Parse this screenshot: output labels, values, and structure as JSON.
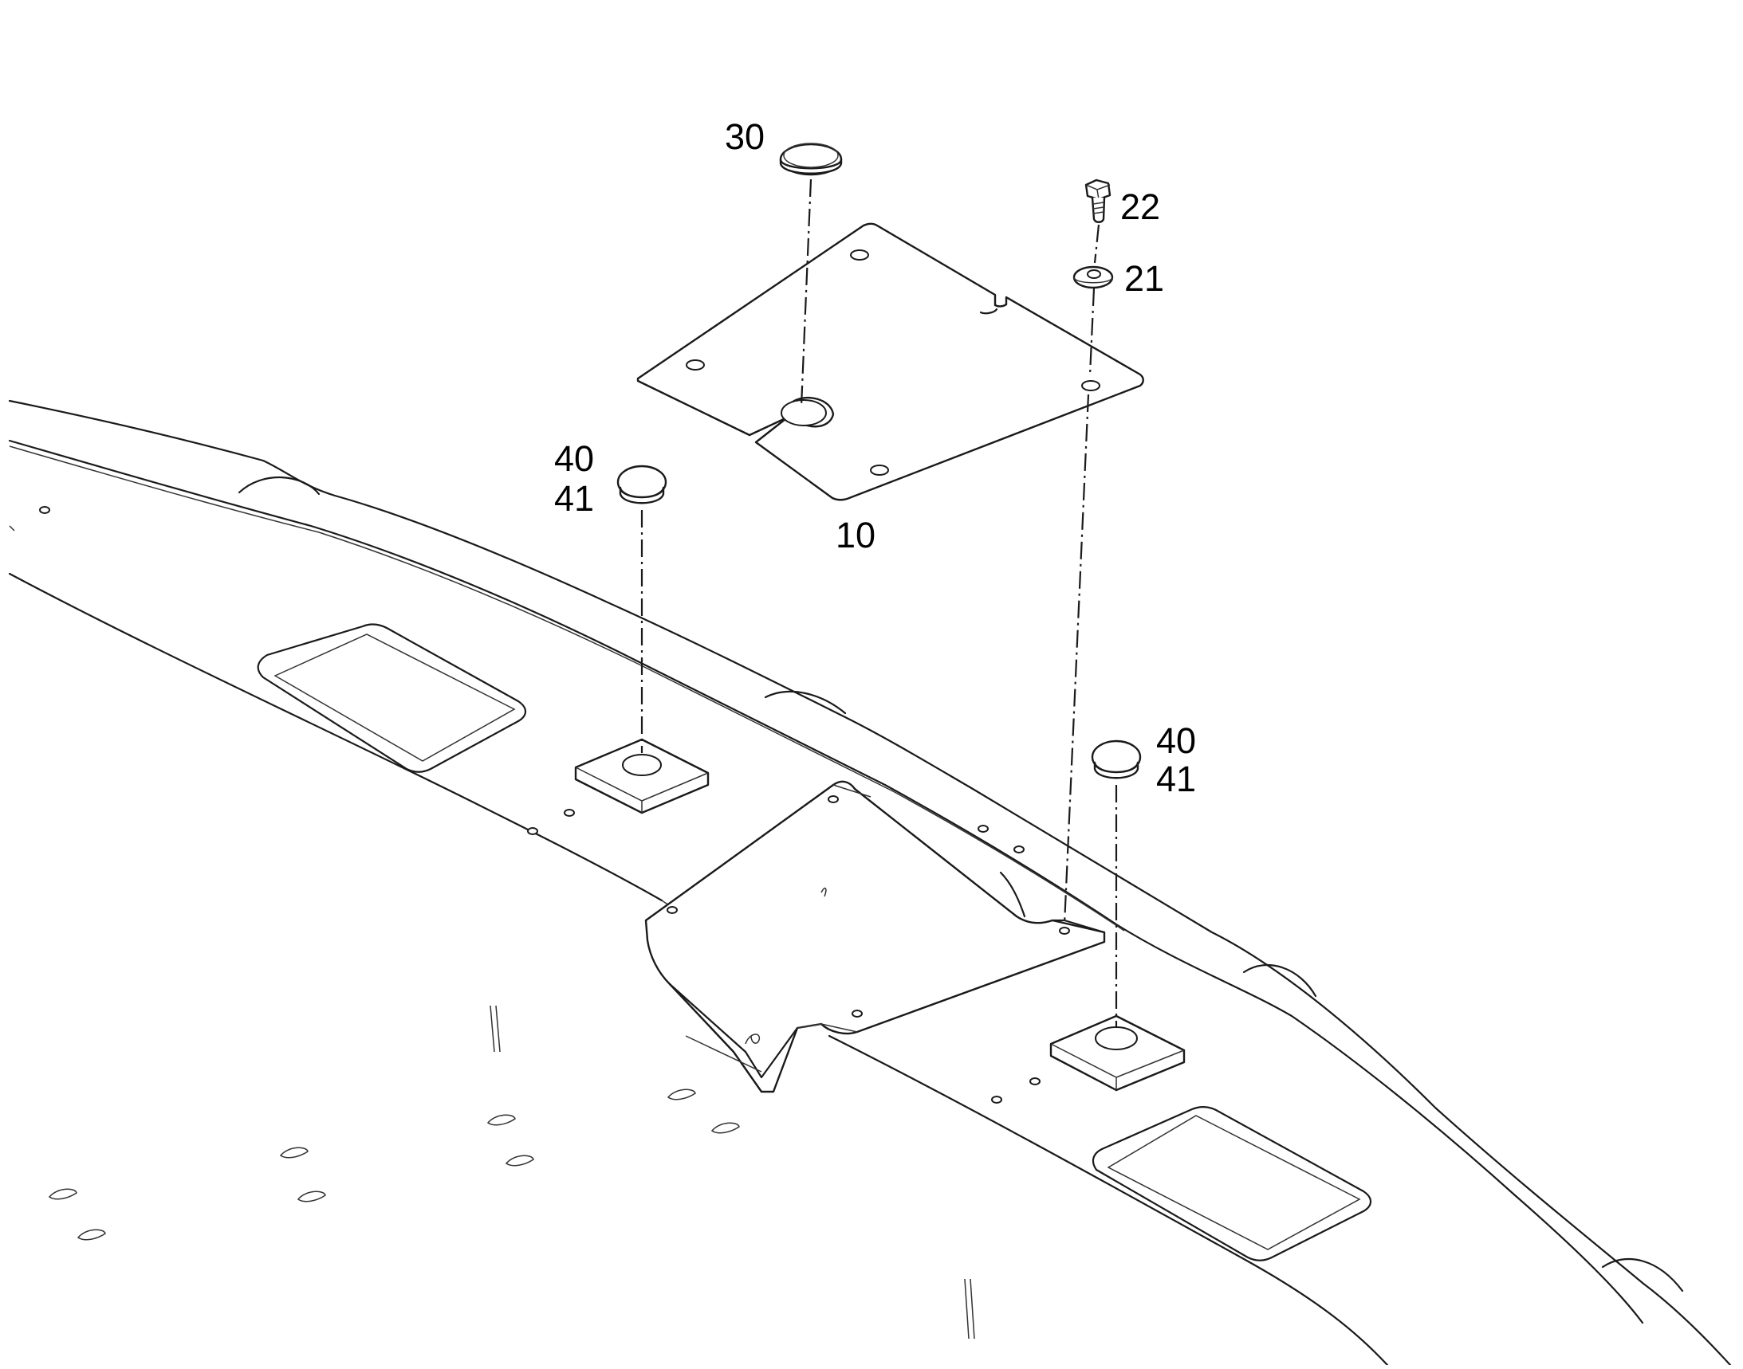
{
  "callouts": {
    "c30": "30",
    "c22": "22",
    "c21": "21",
    "c10": "10",
    "c40_left": "40",
    "c41_left": "41",
    "c40_right": "40",
    "c41_right": "41"
  },
  "colors": {
    "line": "#1a1a1a",
    "background": "#ffffff"
  }
}
